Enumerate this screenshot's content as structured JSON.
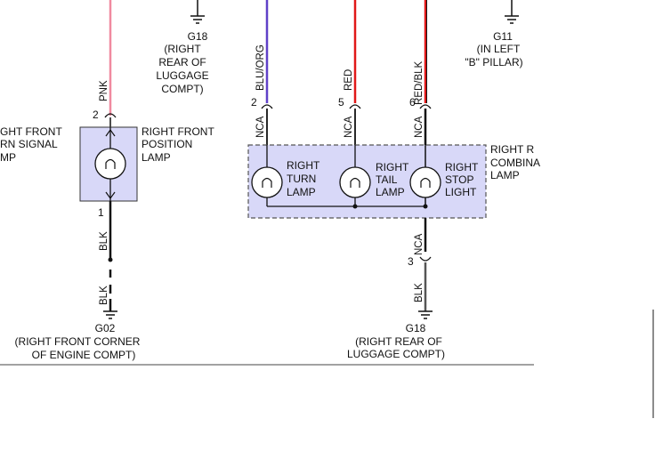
{
  "grounds": {
    "g18_top": {
      "id": "G18",
      "loc": [
        "(RIGHT",
        "REAR OF",
        "LUGGAGE",
        "COMPT)"
      ]
    },
    "g11_top": {
      "id": "G11",
      "loc": [
        "(IN LEFT",
        "\"B\" PILLAR)"
      ]
    },
    "g02": {
      "id": "G02",
      "loc": [
        "(RIGHT FRONT CORNER",
        "OF ENGINE COMPT)"
      ]
    },
    "g18_bottom": {
      "id": "G18",
      "loc": [
        "(RIGHT REAR OF",
        "LUGGAGE COMPT)"
      ]
    }
  },
  "components": {
    "front_turn": {
      "label": [
        "GHT FRONT",
        "RN SIGNAL",
        "MP"
      ]
    },
    "front_position": {
      "label": [
        "RIGHT FRONT",
        "POSITION",
        "LAMP"
      ],
      "pin_top": "2",
      "pin_bottom": "1"
    },
    "rear_combo": {
      "label": [
        "RIGHT R",
        "COMBINA",
        "LAMP"
      ]
    },
    "turn_lamp": {
      "label": [
        "RIGHT",
        "TURN",
        "LAMP"
      ]
    },
    "tail_lamp": {
      "label": [
        "RIGHT",
        "TAIL",
        "LAMP"
      ]
    },
    "stop_light": {
      "label": [
        "RIGHT",
        "STOP",
        "LIGHT"
      ]
    }
  },
  "wires": {
    "pnk": "PNK",
    "blu_org": "BLU/ORG",
    "red": "RED",
    "red_blk": "RED/BLK",
    "blk_1": "BLK",
    "blk_2": "BLK",
    "blk_3": "BLK",
    "nca_turn": "NCA",
    "nca_tail": "NCA",
    "nca_stop": "NCA",
    "nca_bottom": "NCA"
  },
  "pins": {
    "turn": "2",
    "tail": "5",
    "stop": "6",
    "bottom": "3"
  },
  "colors": {
    "pnk": "#f08aa0",
    "blu_org": "#6040c8",
    "red": "#e01818",
    "black": "#111111",
    "box_fill": "#d8d8f8",
    "box_stroke": "#555555"
  }
}
